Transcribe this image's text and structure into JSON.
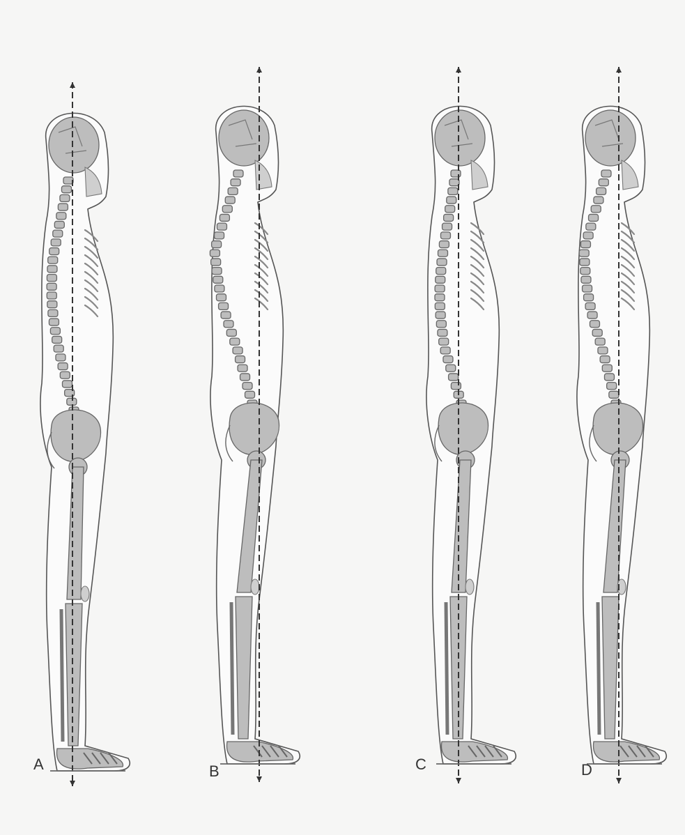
{
  "figures": [
    {
      "id": "A",
      "label": "A"
    },
    {
      "id": "B",
      "label": "B"
    },
    {
      "id": "C",
      "label": "C"
    },
    {
      "id": "D",
      "label": "D"
    }
  ],
  "colors": {
    "background": "#f6f6f5",
    "bone": "#bdbdbd",
    "outline": "#555555",
    "plumb_line": "#333333"
  }
}
